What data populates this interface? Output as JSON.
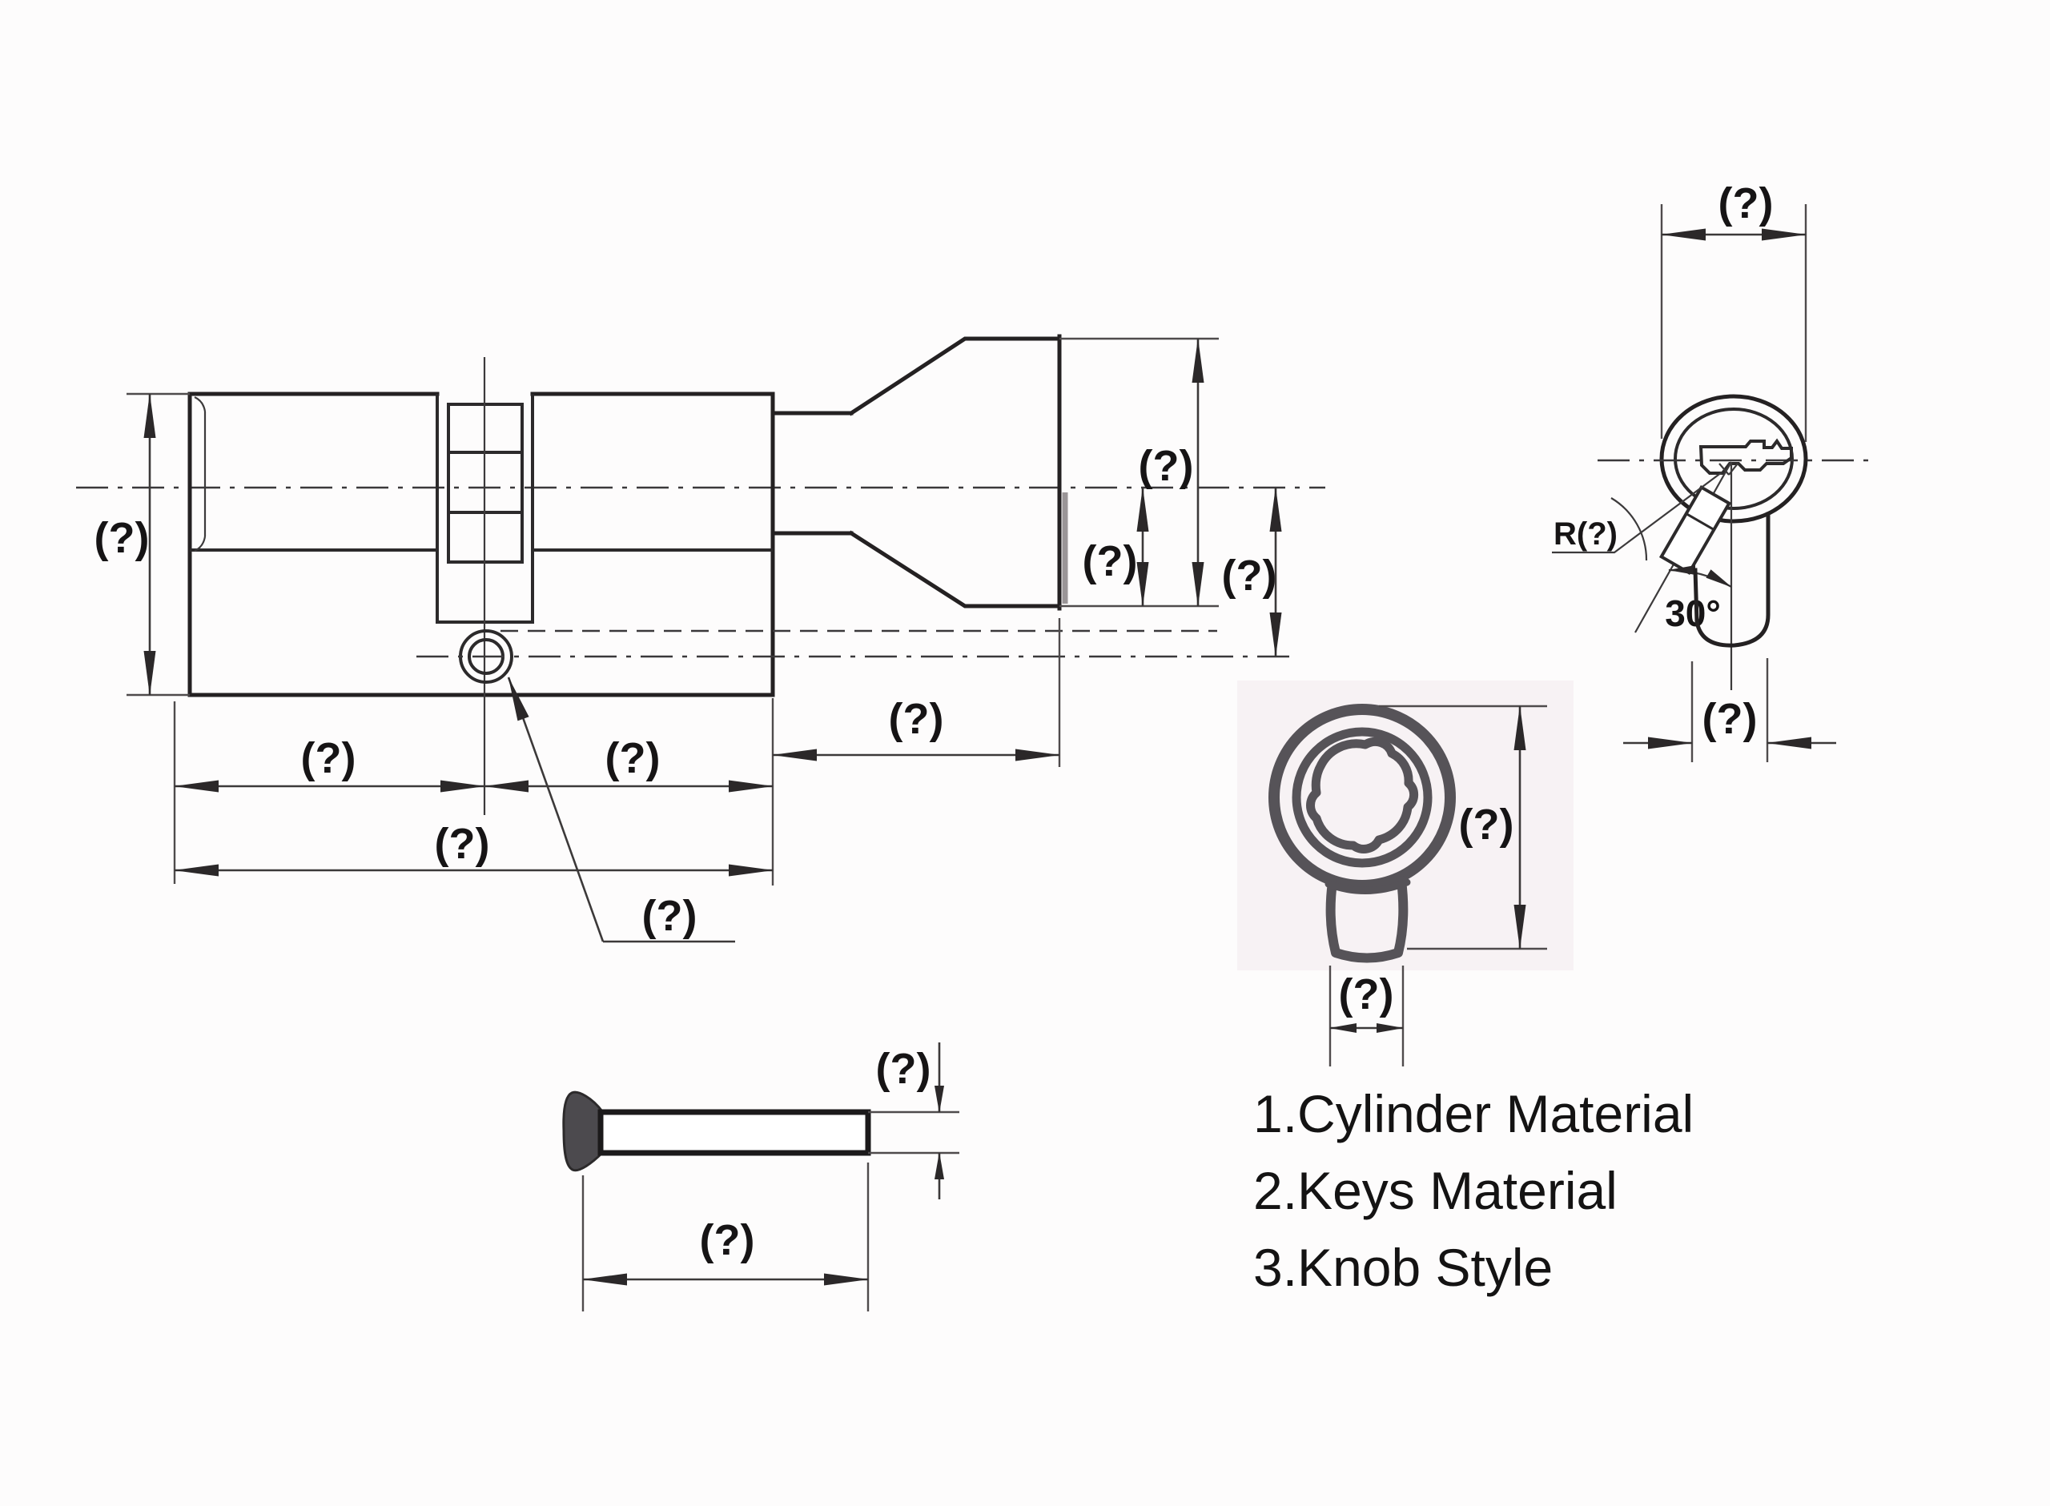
{
  "drawing": {
    "labels": {
      "unknown": "(?)",
      "angle": "30°",
      "radius": "R(?)"
    },
    "notes": [
      "1.Cylinder Material",
      "2.Keys Material",
      "3.Knob Style"
    ]
  }
}
